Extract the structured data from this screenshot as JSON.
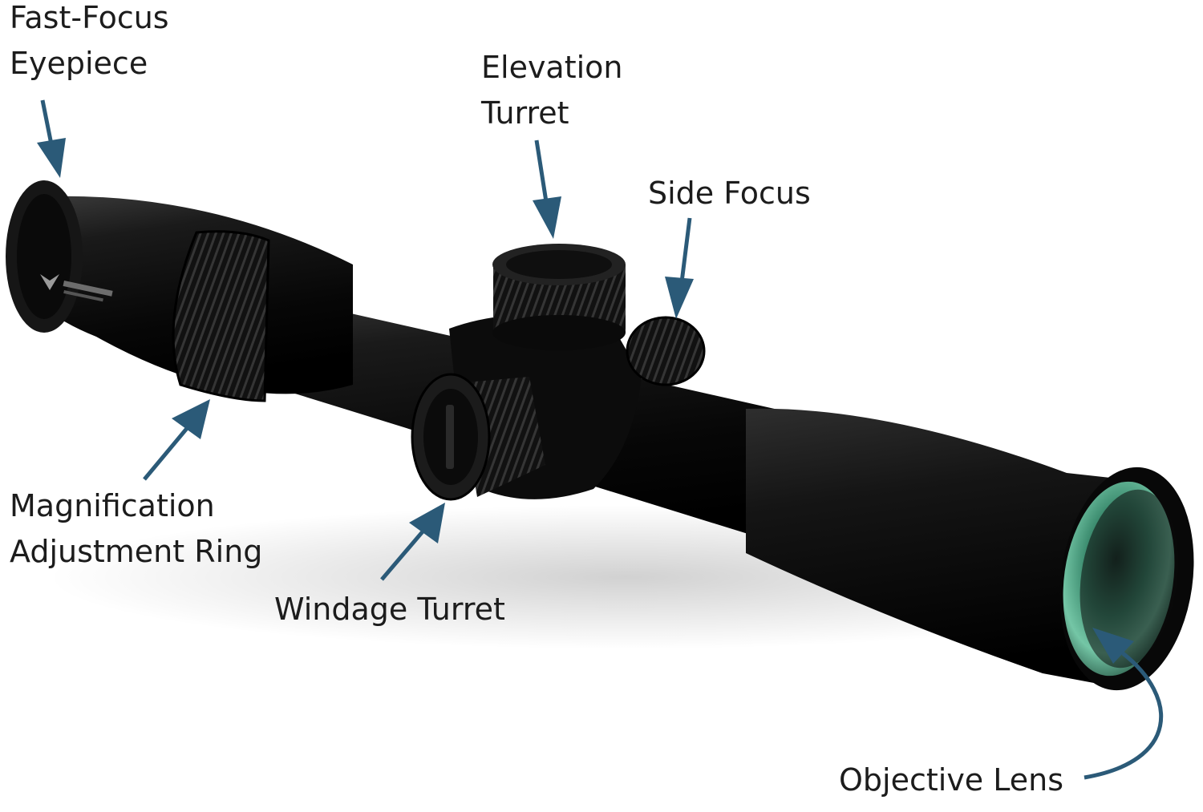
{
  "diagram": {
    "callouts": [
      {
        "id": "fast-focus-eyepiece",
        "lines": [
          "Fast-Focus",
          "Eyepiece"
        ]
      },
      {
        "id": "elevation-turret",
        "lines": [
          "Elevation",
          "Turret"
        ]
      },
      {
        "id": "side-focus",
        "lines": [
          "Side Focus"
        ]
      },
      {
        "id": "magnification-adjustment-ring",
        "lines": [
          "Magnification",
          "Adjustment Ring"
        ]
      },
      {
        "id": "windage-turret",
        "lines": [
          "Windage Turret"
        ]
      },
      {
        "id": "objective-lens",
        "lines": [
          "Objective Lens"
        ]
      }
    ]
  },
  "colors": {
    "arrow": "#2b5a78",
    "scope_body": "#0d0d0d",
    "lens_glass": "#5fb596",
    "label_text": "#1c1c1c",
    "background": "#ffffff"
  }
}
